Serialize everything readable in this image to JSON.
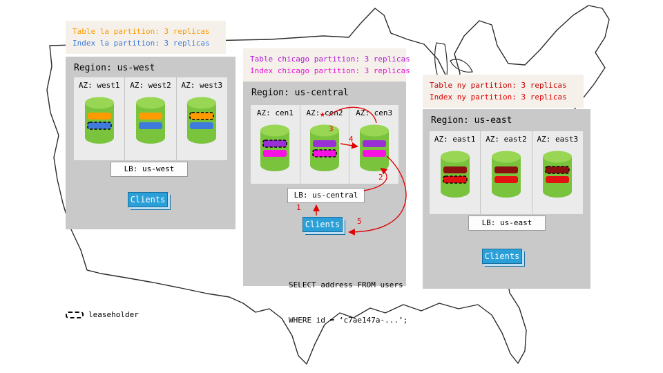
{
  "palette": {
    "table_la": "#ff9a00",
    "index_la": "#3f7bdc",
    "table_chicago": "#9b2fd6",
    "index_chicago": "#f711e2",
    "table_ny": "#8b1111",
    "index_ny": "#e31212",
    "cylinder_green": "#79c33d",
    "clients_blue": "#2b9fd8",
    "region_gray": "#c9c9c9",
    "az_gray": "#ebebeb",
    "note_bg": "#f5f1ea",
    "arrow_red": "#e00000"
  },
  "legend": {
    "label": "leaseholder"
  },
  "query": {
    "line1": "SELECT address FROM users",
    "line2": "WHERE id = ‘c7ae147a-...’;"
  },
  "steps": [
    "1",
    "2",
    "3",
    "4",
    "5"
  ],
  "markers": {
    "gateway_star": "★"
  },
  "regions": [
    {
      "title": "Region: us-west",
      "notes": [
        "Table la partition: 3 replicas",
        "Index la partition: 3 replicas"
      ],
      "azs": [
        {
          "label": "AZ: west1"
        },
        {
          "label": "AZ: west2"
        },
        {
          "label": "AZ: west3"
        }
      ],
      "lb_label": "LB: us-west",
      "clients_label": "Clients"
    },
    {
      "title": "Region: us-central",
      "notes": [
        "Table chicago partition: 3 replicas",
        "Index chicago partition: 3 replicas"
      ],
      "azs": [
        {
          "label": "AZ: cen1"
        },
        {
          "label": "AZ: cen2"
        },
        {
          "label": "AZ: cen3"
        }
      ],
      "lb_label": "LB: us-central",
      "clients_label": "Clients"
    },
    {
      "title": "Region: us-east",
      "notes": [
        "Table ny partition: 3 replicas",
        "Index ny partition: 3 replicas"
      ],
      "azs": [
        {
          "label": "AZ: east1"
        },
        {
          "label": "AZ: east2"
        },
        {
          "label": "AZ: east3"
        }
      ],
      "lb_label": "LB: us-east",
      "clients_label": "Clients"
    }
  ]
}
